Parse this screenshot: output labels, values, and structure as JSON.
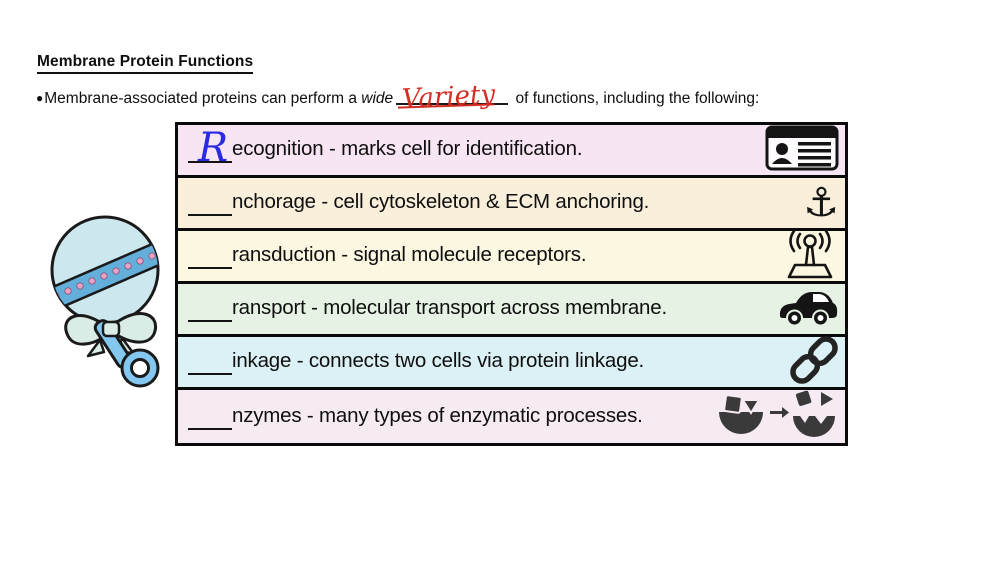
{
  "page": {
    "title": "Membrane Protein Functions",
    "bullet": {
      "marker": "●",
      "prefix": "Membrane-associated proteins can perform a ",
      "emphasis": "wide",
      "handwritten": "Variety",
      "suffix": " of functions, including the following:"
    }
  },
  "table": {
    "rows": [
      {
        "letter": "R",
        "text": "ecognition - marks cell for identification.",
        "icon": "id-card-icon",
        "bg": "#f8e5f4"
      },
      {
        "letter": "",
        "text": "nchorage - cell cytoskeleton & ECM anchoring.",
        "icon": "anchor-icon",
        "bg": "#f9efdb"
      },
      {
        "letter": "",
        "text": "ransduction - signal molecule receptors.",
        "icon": "antenna-icon",
        "bg": "#fbf7e1"
      },
      {
        "letter": "",
        "text": "ransport - molecular transport across membrane.",
        "icon": "car-icon",
        "bg": "#e6f2e4"
      },
      {
        "letter": "",
        "text": "inkage - connects two cells via protein linkage.",
        "icon": "chain-link-icon",
        "bg": "#dcf1f5"
      },
      {
        "letter": "",
        "text": "nzymes - many types of enzymatic processes.",
        "icon": "enzyme-icon",
        "bg": "#f6ebf2"
      }
    ]
  },
  "icons": {
    "anchor_glyph": "⚓"
  },
  "illustration": {
    "name": "baby-rattle"
  },
  "colors": {
    "handwriting_red": "#d42c20",
    "handwriting_blue": "#2a2ae0",
    "table_border": "#0a0a0a"
  }
}
